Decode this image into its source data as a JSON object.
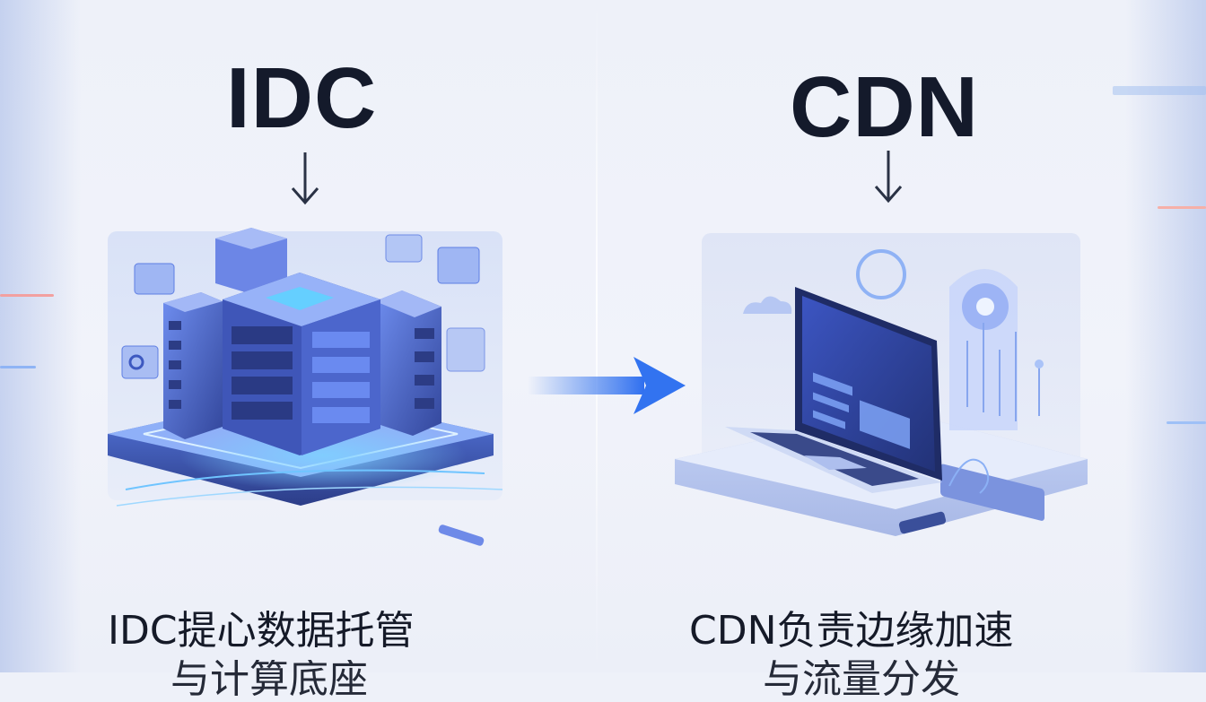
{
  "left": {
    "title": "IDC",
    "caption_line1": "IDC提心数据托管",
    "caption_line2": "与计算底座",
    "icon": "server-stack-illustration"
  },
  "right": {
    "title": "CDN",
    "caption_line1": "CDN负责边缘加速",
    "caption_line2": "与流量分发",
    "icon": "laptop-edge-illustration"
  },
  "center_arrow": "right-arrow-icon",
  "colors": {
    "accent": "#3b6fe8",
    "title": "#141a2b",
    "bg": "#eef1f9"
  }
}
